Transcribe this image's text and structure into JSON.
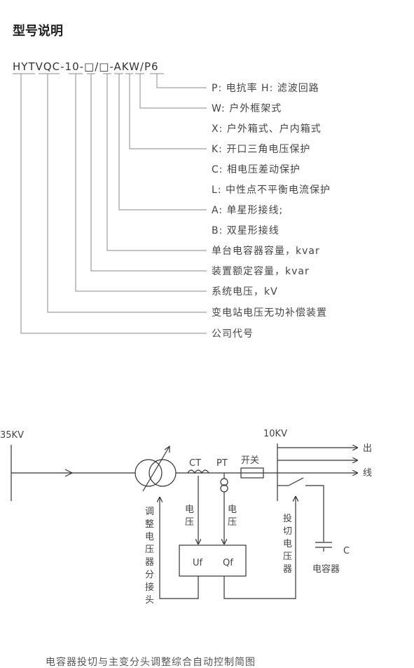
{
  "section_title": "型号说明",
  "model_code": "HYTVQC-10-□/□-AKW/P6",
  "legend": [
    "P:  电抗率   H:  滤波回路",
    "W:  户外框架式",
    "X:  户外箱式、户内箱式",
    "K:  开口三角电压保护",
    "C:  相电压差动保护",
    "L:  中性点不平衡电流保护",
    "A:  单星形接线;",
    "B:  双星形接线",
    "单台电容器容量，kvar",
    "装置额定容量，kvar",
    "系统电压，kV",
    "变电站电压无功补偿装置",
    "公司代号"
  ],
  "diagram": {
    "left_bus": "35KV",
    "right_bus": "10KV",
    "ct": "CT",
    "pt": "PT",
    "switch": "开关",
    "out_chars": [
      "出",
      "线"
    ],
    "v_label_1": [
      "电",
      "压"
    ],
    "v_label_2": [
      "电",
      "压"
    ],
    "adjust_label": [
      "调",
      "整",
      "电",
      "压",
      "器",
      "分",
      "接",
      "头"
    ],
    "switch_label": [
      "投",
      "切",
      "电",
      "压",
      "器"
    ],
    "cap_letter": "C",
    "cap_name": "电容器",
    "uf": "Uf",
    "qf": "Qf"
  },
  "caption": "电容器投切与主变分头调整综合自动控制简图"
}
